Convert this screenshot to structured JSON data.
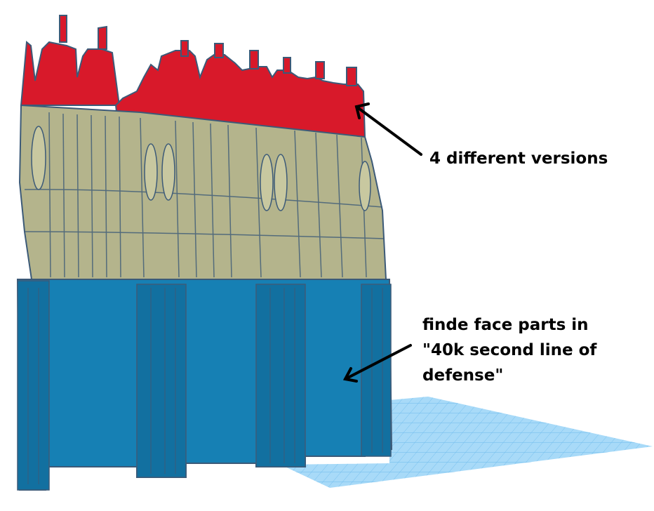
{
  "annotations": {
    "versions": "4 different versions",
    "face_parts": {
      "line1": "finde face parts in",
      "line2": "\"40k second line of",
      "line3": "defense\""
    }
  },
  "colors": {
    "top_crenellations": "#d8192a",
    "upper_wall": "#b4b48c",
    "lower_wall": "#1680b4",
    "edge": "#3c5a78",
    "grid_plane": "#8fd0f5",
    "grid_line": "#5fb4ea",
    "arrow": "#000000"
  },
  "icons": [
    "arrow-pointing-crenellations",
    "arrow-pointing-lower-wall"
  ]
}
